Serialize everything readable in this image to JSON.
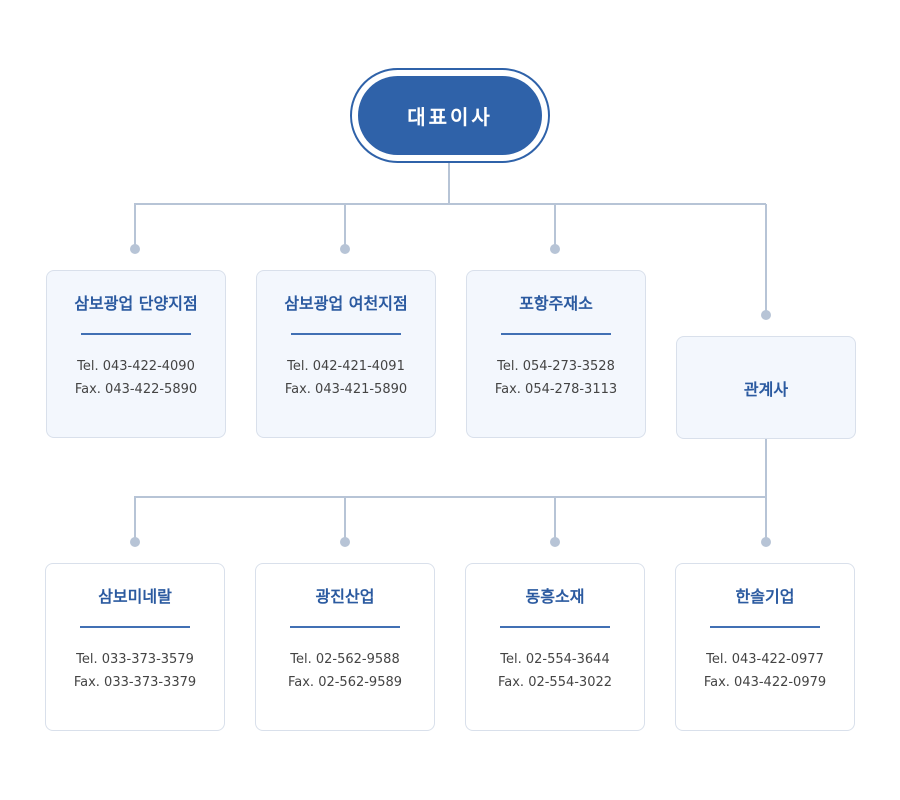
{
  "ceo": {
    "label": "대표이사"
  },
  "branches": [
    {
      "name": "삼보광업 단양지점",
      "tel": "Tel. 043-422-4090",
      "fax": "Fax. 043-422-5890"
    },
    {
      "name": "삼보광업 여천지점",
      "tel": "Tel. 042-421-4091",
      "fax": "Fax. 043-421-5890"
    },
    {
      "name": "포항주재소",
      "tel": "Tel. 054-273-3528",
      "fax": "Fax. 054-278-3113"
    }
  ],
  "affiliates_header": {
    "label": "관계사"
  },
  "affiliates": [
    {
      "name": "삼보미네랄",
      "tel": "Tel. 033-373-3579",
      "fax": "Fax. 033-373-3379"
    },
    {
      "name": "광진산업",
      "tel": "Tel. 02-562-9588",
      "fax": "Fax. 02-562-9589"
    },
    {
      "name": "동흥소재",
      "tel": "Tel. 02-554-3644",
      "fax": "Fax. 02-554-3022"
    },
    {
      "name": "한솔기업",
      "tel": "Tel. 043-422-0977",
      "fax": "Fax. 043-422-0979"
    }
  ],
  "colors": {
    "primary": "#2f62a9",
    "connector": "#b7c4d6",
    "title": "#2b5aa0",
    "box_fill": "#f3f7fd",
    "box_border": "#d9e0eb"
  }
}
